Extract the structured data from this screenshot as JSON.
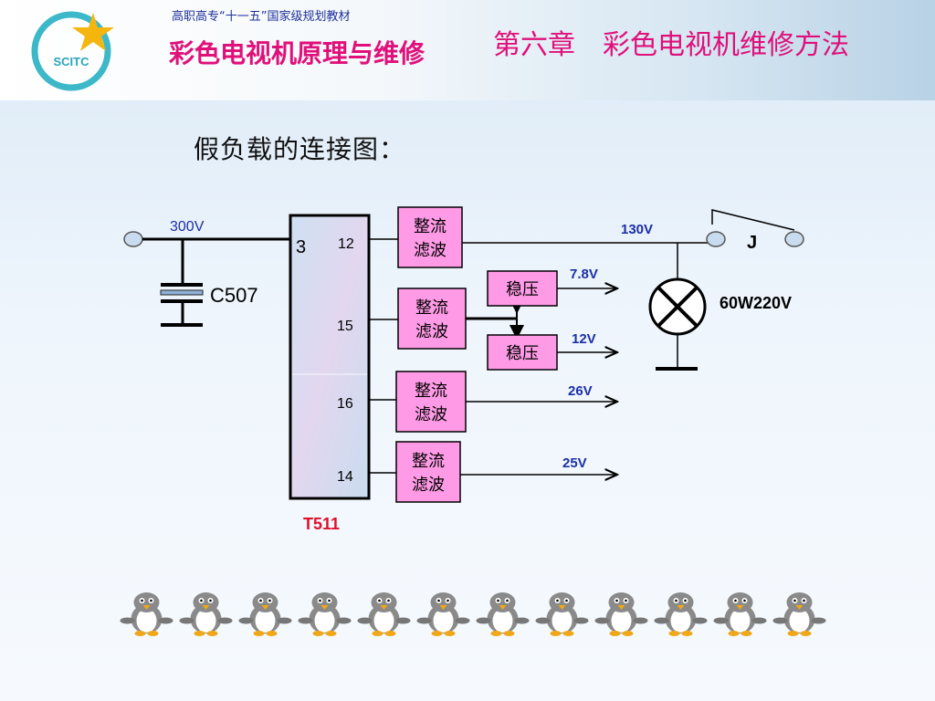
{
  "header": {
    "series_note": "高职高专“十一五”国家级规划教材",
    "book_title": "彩色电视机原理与维修",
    "chapter_title": "第六章　彩色电视机维修方法",
    "logo_text": "SCITC"
  },
  "slide": {
    "heading": "假负载的连接图："
  },
  "circuit": {
    "transformer": {
      "label": "T511",
      "pins": [
        "3",
        "12",
        "15",
        "16",
        "14"
      ]
    },
    "input_voltage": "300V",
    "capacitor": "C507",
    "rectifier_label_top": "整流",
    "rectifier_label_bottom": "滤波",
    "regulator_label": "稳压",
    "outputs": [
      "130V",
      "7.8V",
      "12V",
      "26V",
      "25V"
    ],
    "switch_label": "J",
    "lamp_label": "60W220V"
  },
  "decoration": {
    "penguin_count": 12
  }
}
